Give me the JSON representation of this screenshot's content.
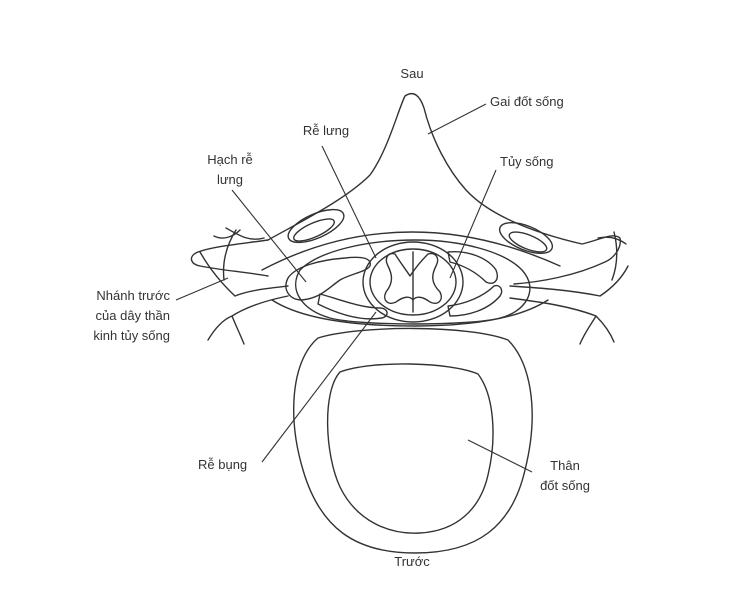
{
  "labels": {
    "sau": "Sau",
    "gai_dot_song": "Gai đốt sống",
    "re_lung": "Rễ lưng",
    "hach_re_lung": [
      "Hạch rễ",
      "lưng"
    ],
    "tuy_song": "Tủy sống",
    "nhanh_truoc": [
      "Nhánh trước",
      "của dây thần",
      "kinh tủy sống"
    ],
    "re_bung": "Rễ bụng",
    "than_dot_song": [
      "Thân",
      "đốt sống"
    ],
    "truoc": "Trước"
  },
  "colors": {
    "stroke": "#333333",
    "ganglion_pink": "#f4cfe0",
    "grey_matter": "#f2dbe6",
    "vertebral_body": "#e6e6e6",
    "background": "#ffffff"
  }
}
